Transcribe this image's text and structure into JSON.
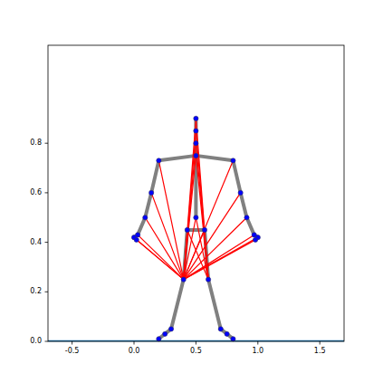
{
  "diagram": {
    "labels": [
      "-0.5",
      "0.0",
      "0.5",
      "1.0",
      "1.5",
      "0.0",
      "0.2",
      "0.4",
      "0.6",
      "0.8"
    ]
  }
}
